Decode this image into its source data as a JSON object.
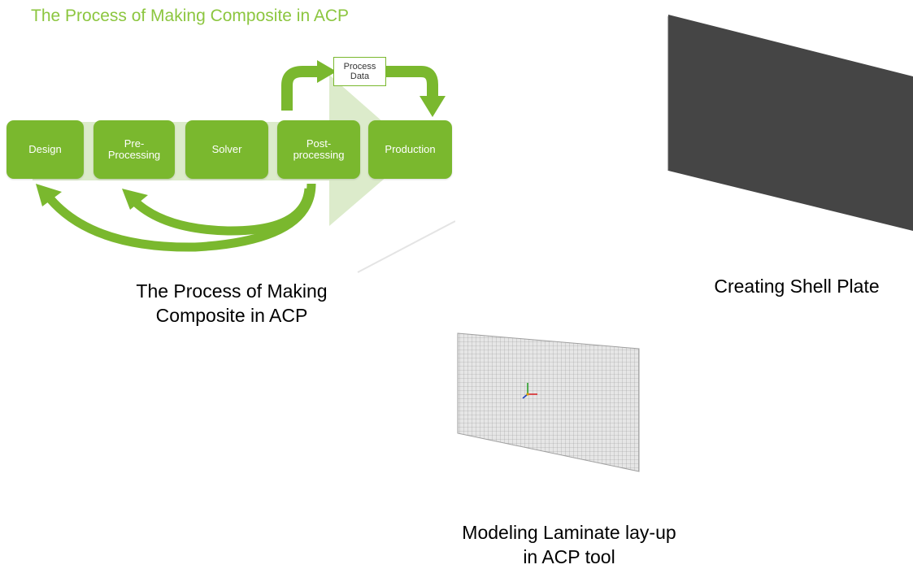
{
  "diagram": {
    "title": "The Process of Making Composite in ACP",
    "steps": [
      "Design",
      "Pre-\nProcessing",
      "Solver",
      "Post-\nprocessing",
      "Production"
    ],
    "process_data": "Process\nData"
  },
  "captions": {
    "process": "The Process of Making\nComposite in ACP",
    "shell": "Creating Shell Plate",
    "laminate": "Modeling Laminate lay-up\nin ACP tool"
  },
  "colors": {
    "green": "#7ab82e",
    "light_green": "#dcebcb",
    "plate": "#454545",
    "mesh": "#d8d8d8"
  }
}
